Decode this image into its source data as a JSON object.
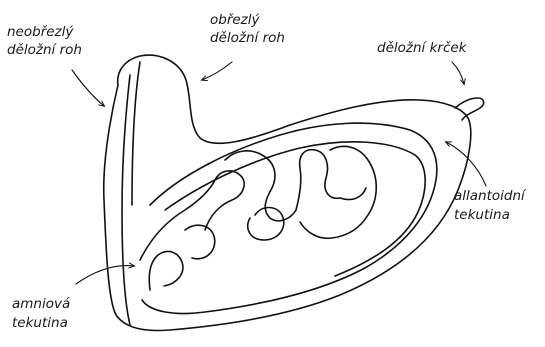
{
  "labels": {
    "left_horn": [
      "neobřezlý",
      "děložní roh"
    ],
    "right_horn": [
      "obřezlý",
      "děložní roh"
    ],
    "cervix": "děložní krček",
    "allantoic": [
      "allantoidní",
      "tekutina"
    ],
    "amniotic": [
      "amniová",
      "tekutina"
    ]
  },
  "colors": {
    "line": "#111111",
    "text": "#1a1a1a",
    "background": "#ffffff"
  }
}
